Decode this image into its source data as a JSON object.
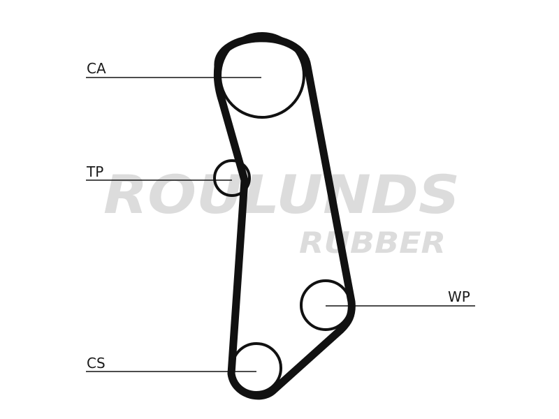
{
  "watermark": {
    "brand": "ROULUNDS",
    "sub": "RUBBER"
  },
  "labels": {
    "ca": "CA",
    "tp": "TP",
    "wp": "WP",
    "cs": "CS"
  },
  "colors": {
    "belt": "#111111",
    "line": "#111111",
    "watermark": "#dcdcdc",
    "background": "#ffffff"
  }
}
